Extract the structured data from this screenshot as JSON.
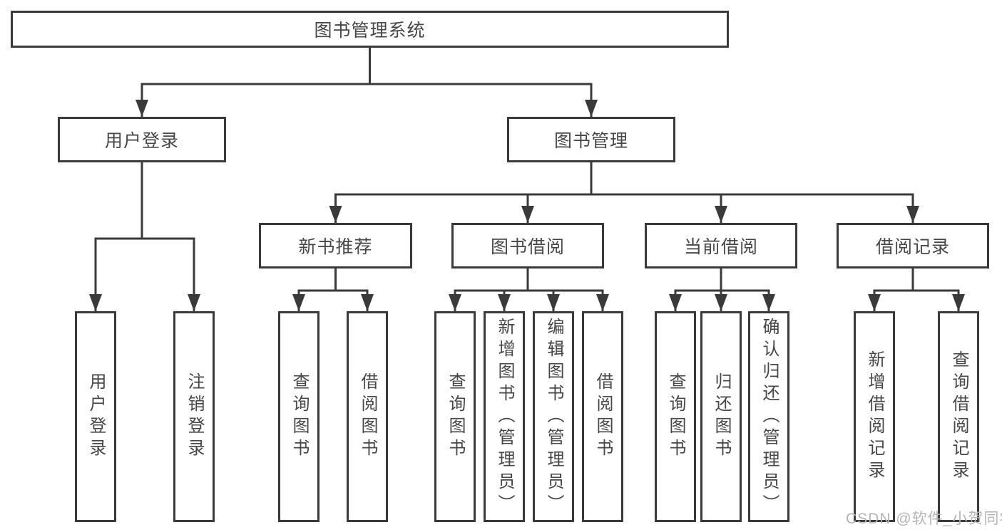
{
  "tree": {
    "root": "图书管理系统",
    "branches": [
      {
        "label": "用户登录",
        "children": [
          "用户登录",
          "注销登录"
        ]
      },
      {
        "label": "图书管理",
        "groups": [
          {
            "label": "新书推荐",
            "children": [
              "查询图书",
              "借阅图书"
            ]
          },
          {
            "label": "图书借阅",
            "children": [
              "查询图书",
              "新增图书（管理员）",
              "编辑图书（管理员）",
              "借阅图书"
            ]
          },
          {
            "label": "当前借阅",
            "children": [
              "查询图书",
              "归还图书",
              "确认归还（管理员）"
            ]
          },
          {
            "label": "借阅记录",
            "children": [
              "新增借阅记录",
              "查询借阅记录"
            ]
          }
        ]
      }
    ]
  },
  "watermark": "CSDN @软件_小贺同学",
  "colors": {
    "line": "#3a3a3a",
    "text": "#474747",
    "watermark": "#b5b5b5",
    "background": "#ffffff"
  }
}
